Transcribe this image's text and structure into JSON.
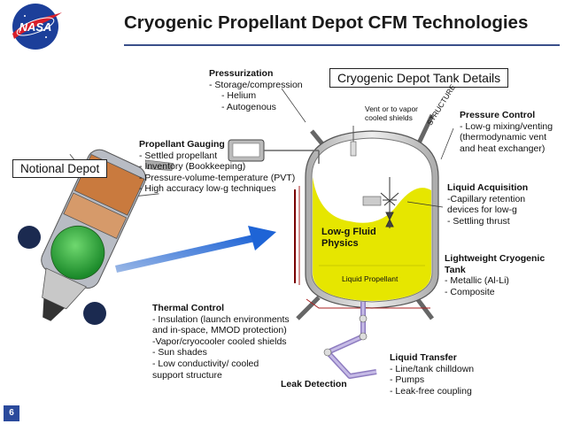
{
  "title": "Cryogenic Propellant Depot CFM Technologies",
  "page_number": "6",
  "logo_text": "NASA",
  "notional_depot": "Notional Depot",
  "tank_details": "Cryogenic Depot Tank Details",
  "pressurization": {
    "heading": "Pressurization",
    "items": [
      "- Storage/compression",
      "- Helium",
      "- Autogenous"
    ]
  },
  "propellant_gauging": {
    "heading": "Propellant Gauging",
    "items": [
      "- Settled propellant",
      "- Inventory (Bookkeeping)",
      "- Pressure-volume-temperature (PVT)",
      "- High accuracy low-g techniques"
    ]
  },
  "vent": {
    "lines": [
      "Vent or to vapor",
      "cooled shields"
    ]
  },
  "structure_label": "STRUCTURE",
  "pressure_control": {
    "heading": "Pressure Control",
    "items": [
      "- Low-g mixing/venting",
      "(thermodynamic vent",
      "and heat exchanger)"
    ]
  },
  "liquid_acquisition": {
    "heading": "Liquid Acquisition",
    "items": [
      "-Capillary retention",
      "devices for low-g",
      "- Settling thrust"
    ]
  },
  "low_g": {
    "lines": [
      "Low-g Fluid",
      "Physics"
    ]
  },
  "liquid_propellant": "Liquid Propellant",
  "lightweight_tank": {
    "heading_lines": [
      "Lightweight Cryogenic",
      "Tank"
    ],
    "items": [
      "- Metallic (Al-Li)",
      "- Composite"
    ]
  },
  "thermal_control": {
    "heading": "Thermal Control",
    "items": [
      "- Insulation (launch environments",
      "and in-space, MMOD protection)",
      "-Vapor/cryocooler cooled shields",
      "- Sun shades",
      "- Low conductivity/ cooled",
      "support structure"
    ]
  },
  "leak_detection": "Leak Detection",
  "liquid_transfer": {
    "heading": "Liquid Transfer",
    "items": [
      "- Line/tank chilldown",
      "- Pumps",
      "- Leak-free coupling"
    ]
  },
  "colors": {
    "accent_blue": "#3a4f8a",
    "propellant": "#e6e600",
    "tank_gray": "#d9d9d9",
    "nasa_blue": "#1c3f9a",
    "nasa_red": "#d81e2a"
  }
}
